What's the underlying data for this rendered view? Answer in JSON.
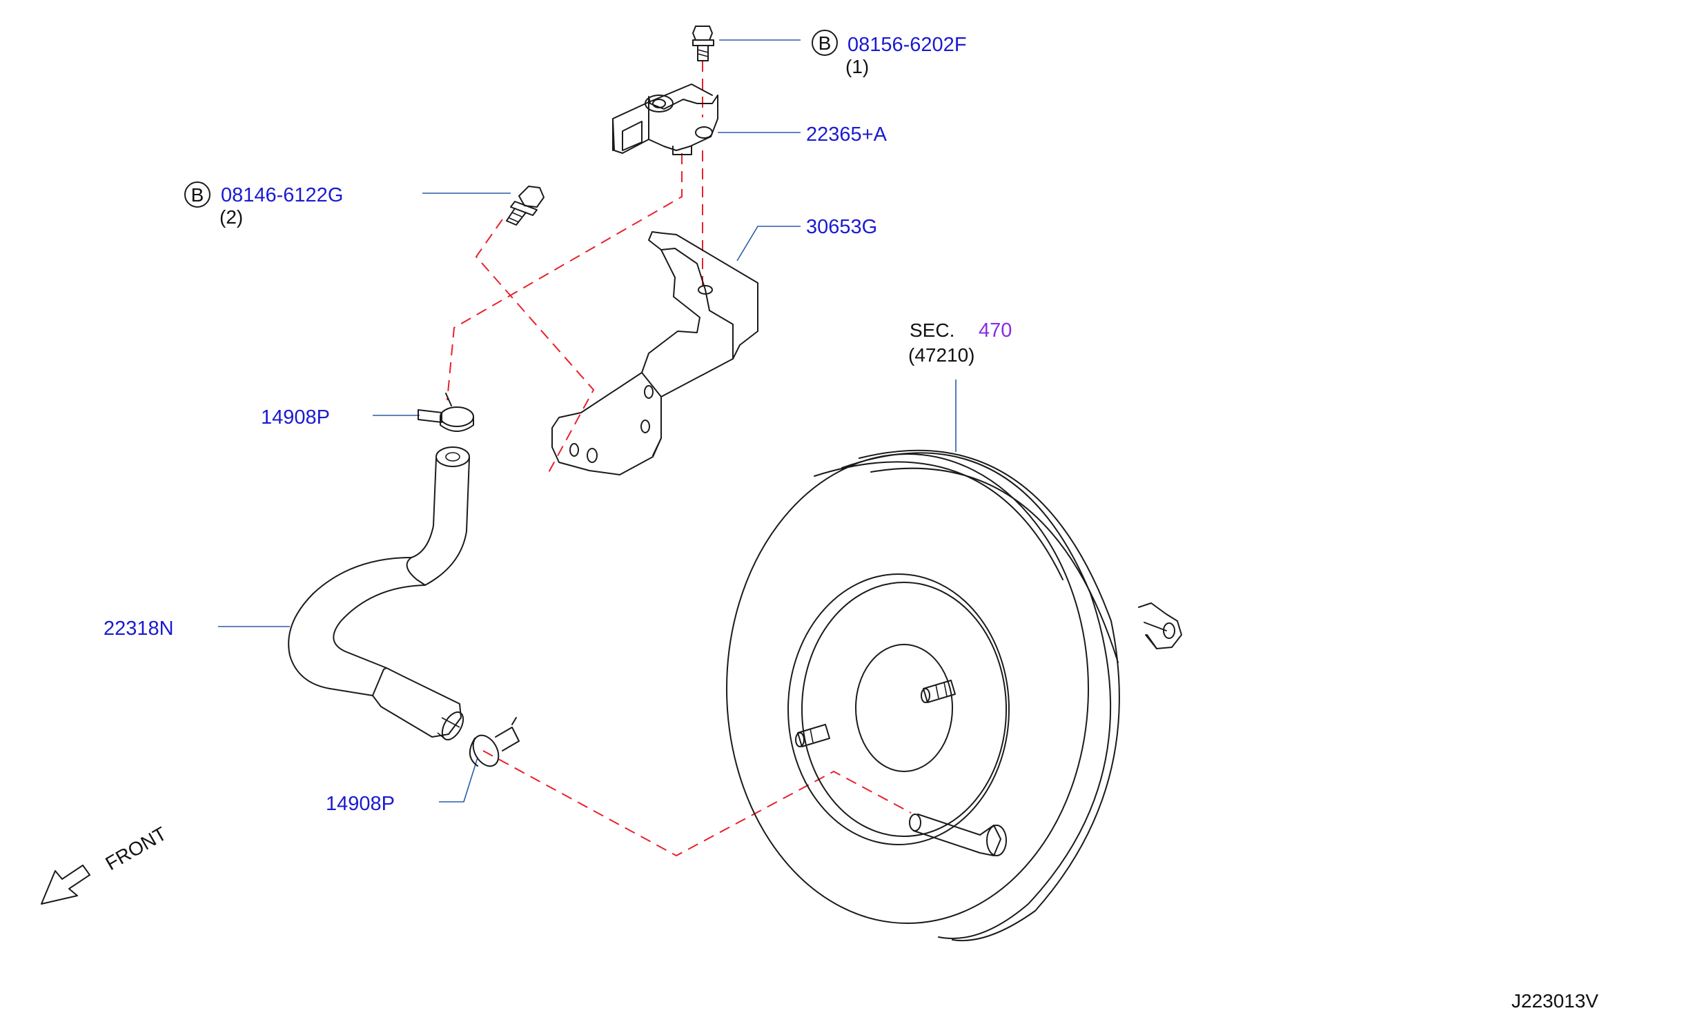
{
  "callouts": {
    "bolt_top": {
      "badge": "B",
      "part_no": "08156-6202F",
      "qty": "(1)"
    },
    "sensor": {
      "part_no": "22365+A"
    },
    "bolt_left": {
      "badge": "B",
      "part_no": "08146-6122G",
      "qty": "(2)"
    },
    "bracket": {
      "part_no": "30653G"
    },
    "clamp_upper": {
      "part_no": "14908P"
    },
    "hose": {
      "part_no": "22318N"
    },
    "clamp_lower": {
      "part_no": "14908P"
    },
    "booster": {
      "sec_label": "SEC.",
      "sec_no": "470",
      "ref": "(47210)"
    }
  },
  "front_label": "FRONT",
  "diagram_id": "J223013V",
  "colors": {
    "label_blue": "#1a1ad0",
    "section_purple": "#8a2be2",
    "dash_red": "#e8202a",
    "leader_blue": "#2a5aa8"
  }
}
